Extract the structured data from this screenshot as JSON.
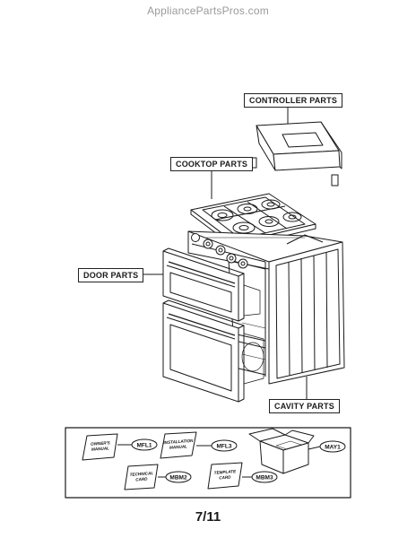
{
  "watermark": "AppliancePartsPros.com",
  "callouts": {
    "controller": "CONTROLLER PARTS",
    "cooktop": "COOKTOP PARTS",
    "door": "DOOR PARTS",
    "cavity": "CAVITY PARTS"
  },
  "accessories": {
    "owners_manual": [
      "OWNER'S",
      "MANUAL"
    ],
    "owners_manual_code": "MFL1",
    "installation_manual": [
      "INSTALLATION",
      "MANUAL"
    ],
    "installation_manual_code": "MFL3",
    "box_code": "MAY1",
    "technical_card": [
      "TECHNICAL",
      "CARD"
    ],
    "technical_card_code": "MBM2",
    "template_card": [
      "TEMPLATE",
      "CARD"
    ],
    "template_card_code": "MBM3"
  },
  "page_number": "7/11"
}
